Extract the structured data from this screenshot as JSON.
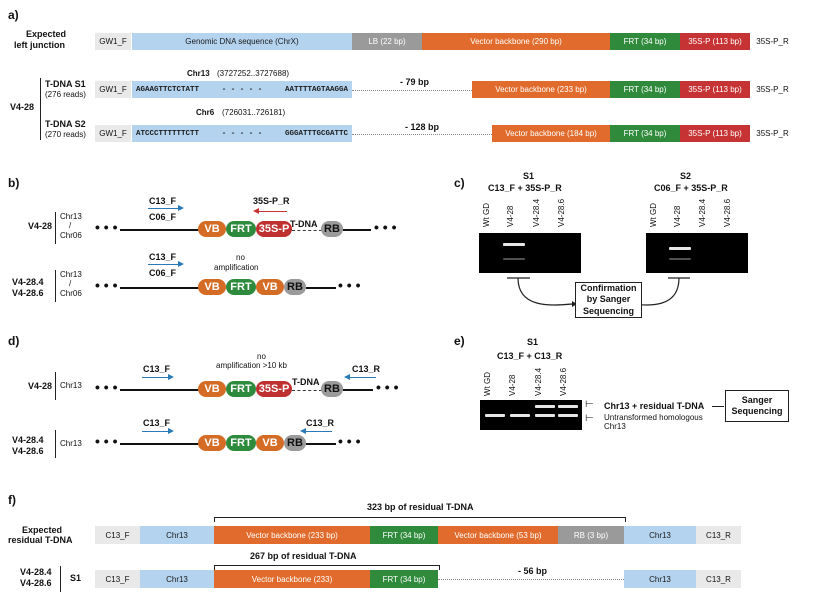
{
  "panels": {
    "a": "a)",
    "b": "b)",
    "c": "c)",
    "d": "d)",
    "e": "e)",
    "f": "f)"
  },
  "a": {
    "expected_label_1": "Expected",
    "expected_label_2": "left junction",
    "gw1f": "GW1_F",
    "p35r": "35S-P_R",
    "genomic": "Genomic DNA sequence (ChrX)",
    "lb": "LB (22 bp)",
    "vb290": "Vector backbone (290 bp)",
    "frt": "FRT (34 bp)",
    "p35s": "35S-P (113 bp)",
    "line": "V4-28",
    "s1_title": "T-DNA S1",
    "s1_reads": "(276 reads)",
    "s2_title": "T-DNA S2",
    "s2_reads": "(270 reads)",
    "chr13": "Chr13",
    "chr13_coords": "(3727252..3727688)",
    "chr6": "Chr6",
    "chr6_coords": "(726031..726181)",
    "seq1_left": "AGAAGTTCTCTATT",
    "seq1_right": "AATTTTAGTAAGGA",
    "seq2_left": "ATCCCTTTTTTCTT",
    "seq2_right": "GGGATTTGCGATTC",
    "gap": "- - - - -",
    "del1": "- 79 bp",
    "del2": "- 128 bp",
    "vb233": "Vector backbone (233 bp)",
    "vb184": "Vector backbone (184 bp)"
  },
  "b": {
    "c13f": "C13_F",
    "c06f": "C06_F",
    "p35r": "35S-P_R",
    "tdna": "T-DNA",
    "v428": "V4-28",
    "chr13": "Chr13",
    "slash": "/",
    "chr06": "Chr06",
    "v4284": "V4-28.4",
    "v4286": "V4-28.6",
    "noamp1": "no",
    "noamp2": "amplification",
    "vb": "VB",
    "frt": "FRT",
    "p35": "35S-P",
    "rb": "RB"
  },
  "c": {
    "s1": "S1",
    "s1_primers": "C13_F + 35S-P_R",
    "s2": "S2",
    "s2_primers": "C06_F + 35S-P_R",
    "lanes": [
      "Wt GD",
      "V4-28",
      "V4-28.4",
      "V4-28.6"
    ],
    "confirm": "Confirmation by Sanger Sequencing"
  },
  "d": {
    "c13f": "C13_F",
    "c13r": "C13_R",
    "noamp1": "no",
    "noamp2": "amplification >10 kb",
    "tdna": "T-DNA",
    "v428": "V4-28",
    "chr13": "Chr13",
    "v4284": "V4-28.4",
    "v4286": "V4-28.6",
    "vb": "VB",
    "frt": "FRT",
    "p35": "35S-P",
    "rb": "RB"
  },
  "e": {
    "s1": "S1",
    "primers": "C13_F + C13_R",
    "lanes": [
      "Wt GD",
      "V4-28",
      "V4-28.4",
      "V4-28.6"
    ],
    "band1": "Chr13 + residual T-DNA",
    "band2": "Untransformed homologous Chr13",
    "sanger": "Sanger Sequencing"
  },
  "f": {
    "residual323": "323 bp of residual T-DNA",
    "expected1": "Expected",
    "expected2": "residual T-DNA",
    "c13f": "C13_F",
    "c13r": "C13_R",
    "chr13": "Chr13",
    "vb233": "Vector backbone (233 bp)",
    "frt": "FRT (34 bp)",
    "vb53": "Vector backbone (53 bp)",
    "rb3": "RB (3 bp)",
    "residual267": "267 bp of residual T-DNA",
    "v4284": "V4-28.4",
    "v4286": "V4-28.6",
    "s1": "S1",
    "vb233b": "Vector backbone (233)",
    "del56": "- 56 bp"
  }
}
